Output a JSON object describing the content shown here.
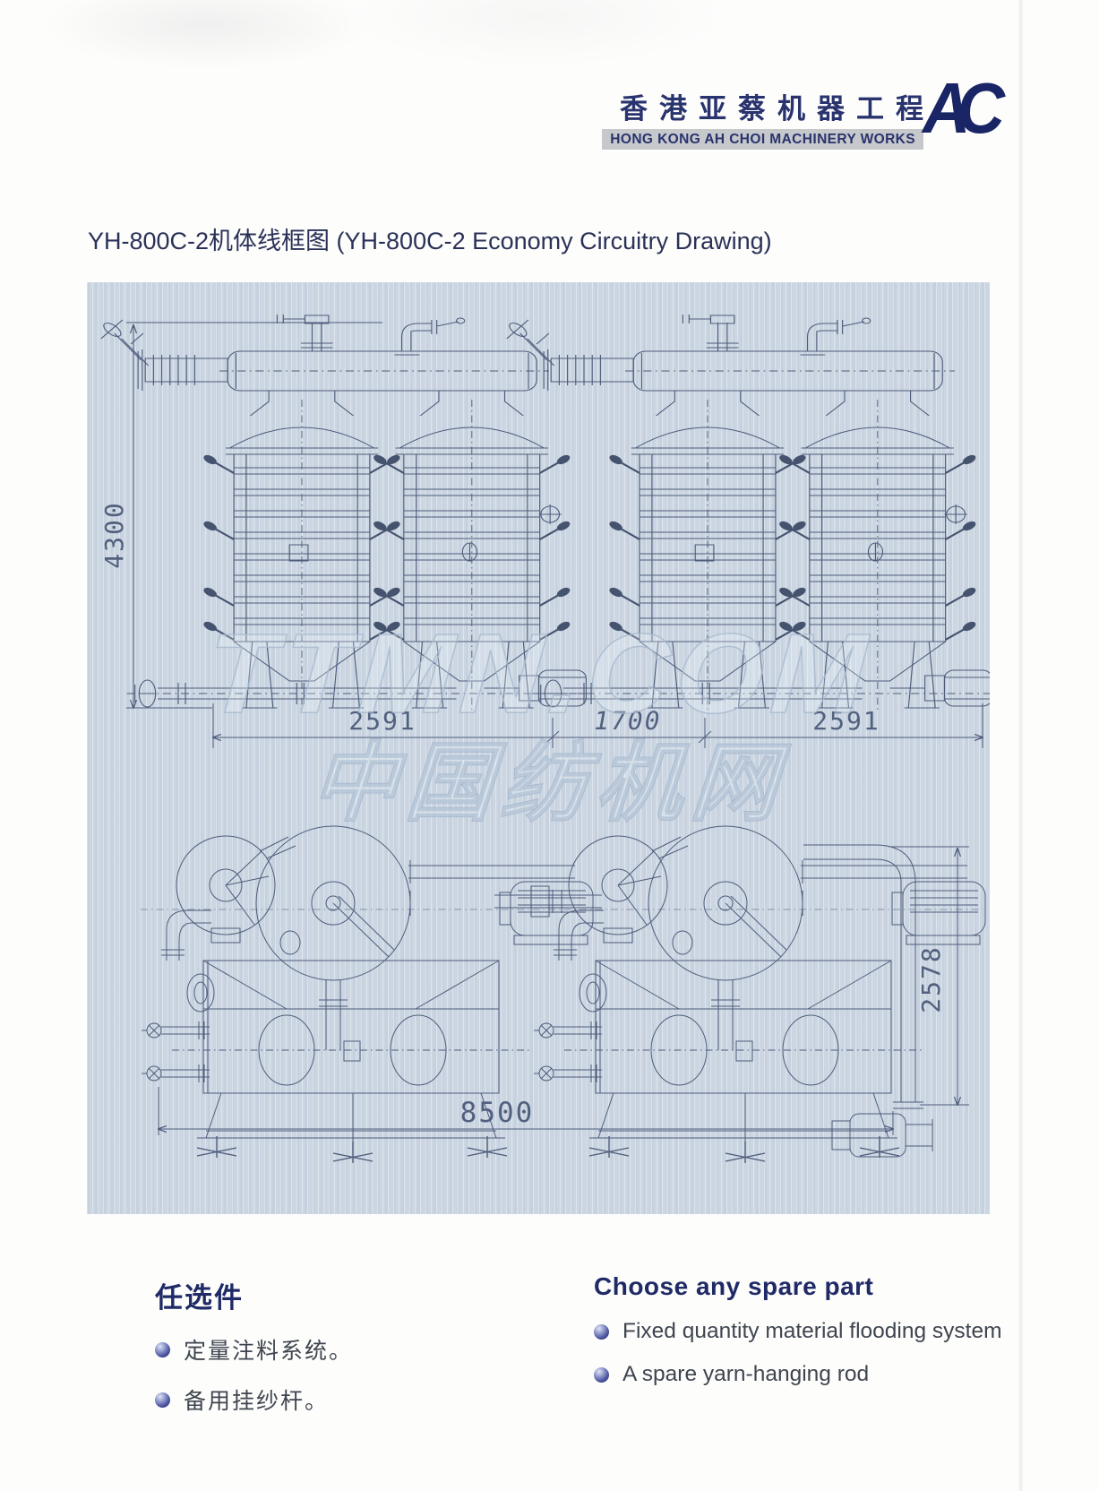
{
  "brand": {
    "cn": "香港亚蔡机器工程",
    "en": "HONG KONG AH CHOI MACHINERY WORKS",
    "logo": "AC"
  },
  "title": "YH-800C-2机体线框图  (YH-800C-2 Economy Circuitry Drawing)",
  "drawing": {
    "watermark": {
      "line1": "TTMN.COM",
      "line2": "中国纺机网"
    },
    "dimensions": {
      "overall_height": "4300",
      "machine_width_left": "2591",
      "center_gap": "1700",
      "machine_width_right": "2591",
      "plan_depth": "2578",
      "overall_length": "8500"
    }
  },
  "options_cn": {
    "heading": "任选件",
    "items": [
      "定量注料系统。",
      "备用挂纱杆。"
    ]
  },
  "options_en": {
    "heading": "Choose any spare part",
    "items": [
      "Fixed quantity material flooding system",
      "A spare yarn-hanging rod"
    ]
  },
  "colors": {
    "navy": "#1f2a66",
    "line": "#4e5c7b",
    "panel_bg": "#ccd6e2"
  }
}
